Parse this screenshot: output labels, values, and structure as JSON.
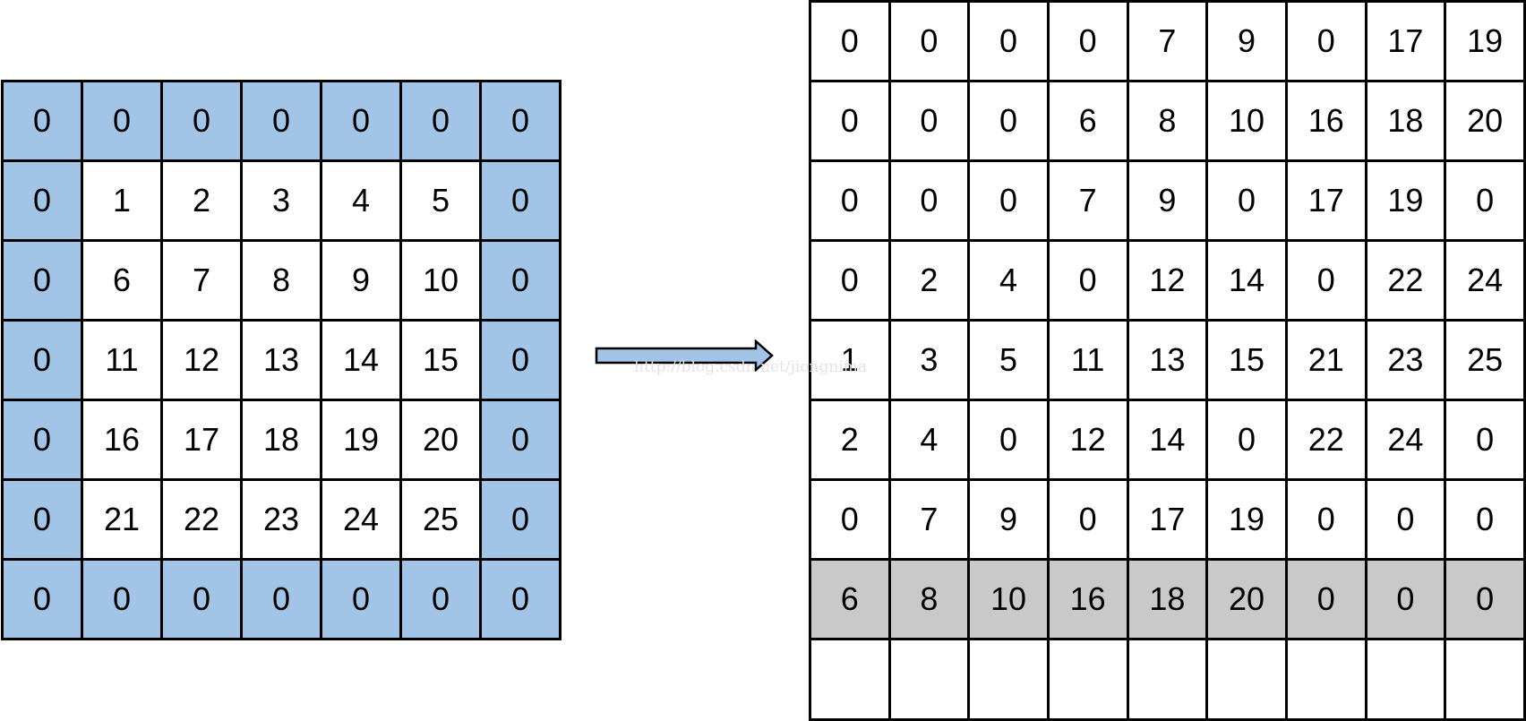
{
  "colors": {
    "padding_cell": "#a2c4e6",
    "highlight_row": "#c9c9c9",
    "border": "#000000",
    "arrow_fill": "#a2c4e6",
    "watermark": "#e3e3e3"
  },
  "left_grid": {
    "rows": [
      [
        "0",
        "0",
        "0",
        "0",
        "0",
        "0",
        "0"
      ],
      [
        "0",
        "1",
        "2",
        "3",
        "4",
        "5",
        "0"
      ],
      [
        "0",
        "6",
        "7",
        "8",
        "9",
        "10",
        "0"
      ],
      [
        "0",
        "11",
        "12",
        "13",
        "14",
        "15",
        "0"
      ],
      [
        "0",
        "16",
        "17",
        "18",
        "19",
        "20",
        "0"
      ],
      [
        "0",
        "21",
        "22",
        "23",
        "24",
        "25",
        "0"
      ],
      [
        "0",
        "0",
        "0",
        "0",
        "0",
        "0",
        "0"
      ]
    ]
  },
  "right_grid": {
    "highlight_row_index": 7,
    "rows": [
      [
        "0",
        "0",
        "0",
        "0",
        "7",
        "9",
        "0",
        "17",
        "19"
      ],
      [
        "0",
        "0",
        "0",
        "6",
        "8",
        "10",
        "16",
        "18",
        "20"
      ],
      [
        "0",
        "0",
        "0",
        "7",
        "9",
        "0",
        "17",
        "19",
        "0"
      ],
      [
        "0",
        "2",
        "4",
        "0",
        "12",
        "14",
        "0",
        "22",
        "24"
      ],
      [
        "1",
        "3",
        "5",
        "11",
        "13",
        "15",
        "21",
        "23",
        "25"
      ],
      [
        "2",
        "4",
        "0",
        "12",
        "14",
        "0",
        "22",
        "24",
        "0"
      ],
      [
        "0",
        "7",
        "9",
        "0",
        "17",
        "19",
        "0",
        "0",
        "0"
      ],
      [
        "6",
        "8",
        "10",
        "16",
        "18",
        "20",
        "0",
        "0",
        "0"
      ],
      [
        "",
        "",
        "",
        "",
        "",
        "",
        "",
        "",
        ""
      ]
    ]
  },
  "watermark_text": "http://blog.csdn.net/jiongnima"
}
